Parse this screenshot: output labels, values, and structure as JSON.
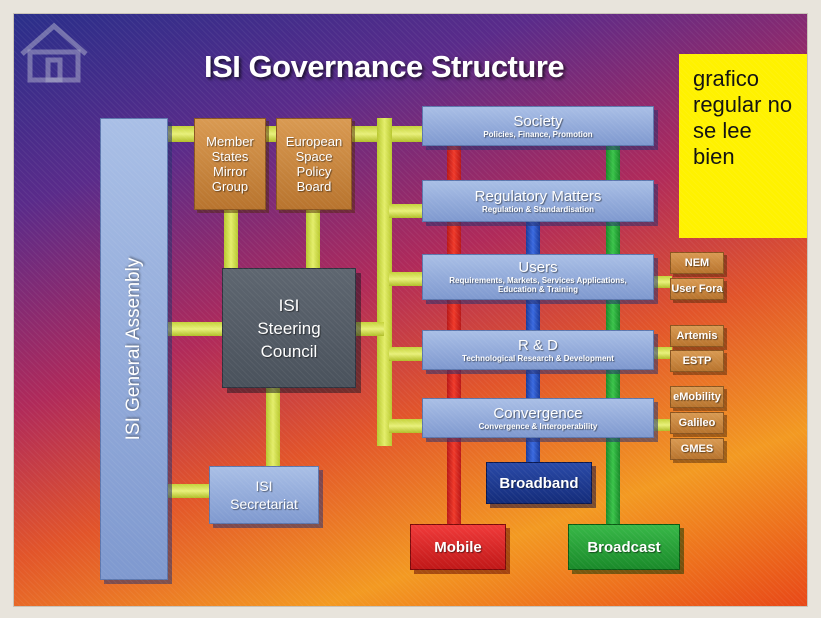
{
  "title": "ISI Governance Structure",
  "note": {
    "lines": [
      "grafico",
      "regular no",
      "se lee",
      "bien"
    ]
  },
  "assembly": "ISI General Assembly",
  "member_states": "Member States Mirror Group",
  "european_space": "European Space Policy Board",
  "steering": "ISI Steering Council",
  "secretariat": "ISI Secretariat",
  "pillars": [
    {
      "name": "Society",
      "sub": "Policies, Finance, Promotion"
    },
    {
      "name": "Regulatory Matters",
      "sub": "Regulation & Standardisation"
    },
    {
      "name": "Users",
      "sub": "Requirements, Markets, Services Applications, Education & Training"
    },
    {
      "name": "R & D",
      "sub": "Technological Research & Development"
    },
    {
      "name": "Convergence",
      "sub": "Convergence & Interoperability"
    }
  ],
  "side_boxes": [
    "NEM",
    "User Fora",
    "Artemis",
    "ESTP",
    "eMobility",
    "Galileo",
    "GMES"
  ],
  "outputs": {
    "broadband": "Broadband",
    "mobile": "Mobile",
    "broadcast": "Broadcast"
  },
  "colors": {
    "yellow_connector": "#d4e04a",
    "red_channel": "#e0302a",
    "blue_channel": "#2a5ad0",
    "green_channel": "#2aaa3a",
    "pillar_blue": "#94acdc",
    "side_orange": "#c8843c"
  }
}
